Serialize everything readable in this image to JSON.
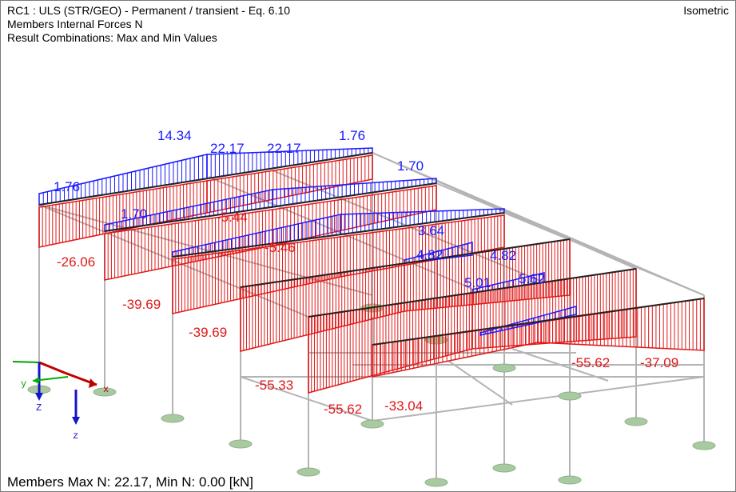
{
  "header": {
    "line1": "RC1 : ULS (STR/GEO) - Permanent / transient - Eq. 6.10",
    "line2": "Members Internal Forces N",
    "line3": "Result Combinations: Max and Min Values",
    "view_mode": "Isometric"
  },
  "footer": {
    "summary": "Members Max N: 22.17, Min N: 0.00 [kN]"
  },
  "colors": {
    "positive": "#1a1aff",
    "negative": "#e01818",
    "grid": "#b4b4b4",
    "member": "#222222",
    "support": "#a9c9a0"
  },
  "axes": {
    "x": "x",
    "y": "y",
    "z": "Z",
    "z_global": "z"
  },
  "labels": {
    "positive": [
      "14.34",
      "22.17",
      "22.17",
      "1.76",
      "1.76",
      "1.70",
      "1.70",
      "3.64",
      "4.82",
      "4.82",
      "5.01",
      "5.62"
    ],
    "negative": [
      "-26.06",
      "-39.69",
      "-39.69",
      "-55.33",
      "-55.62",
      "-33.04",
      "-55.62",
      "-37.09",
      "-5.44",
      "-5.46"
    ]
  }
}
